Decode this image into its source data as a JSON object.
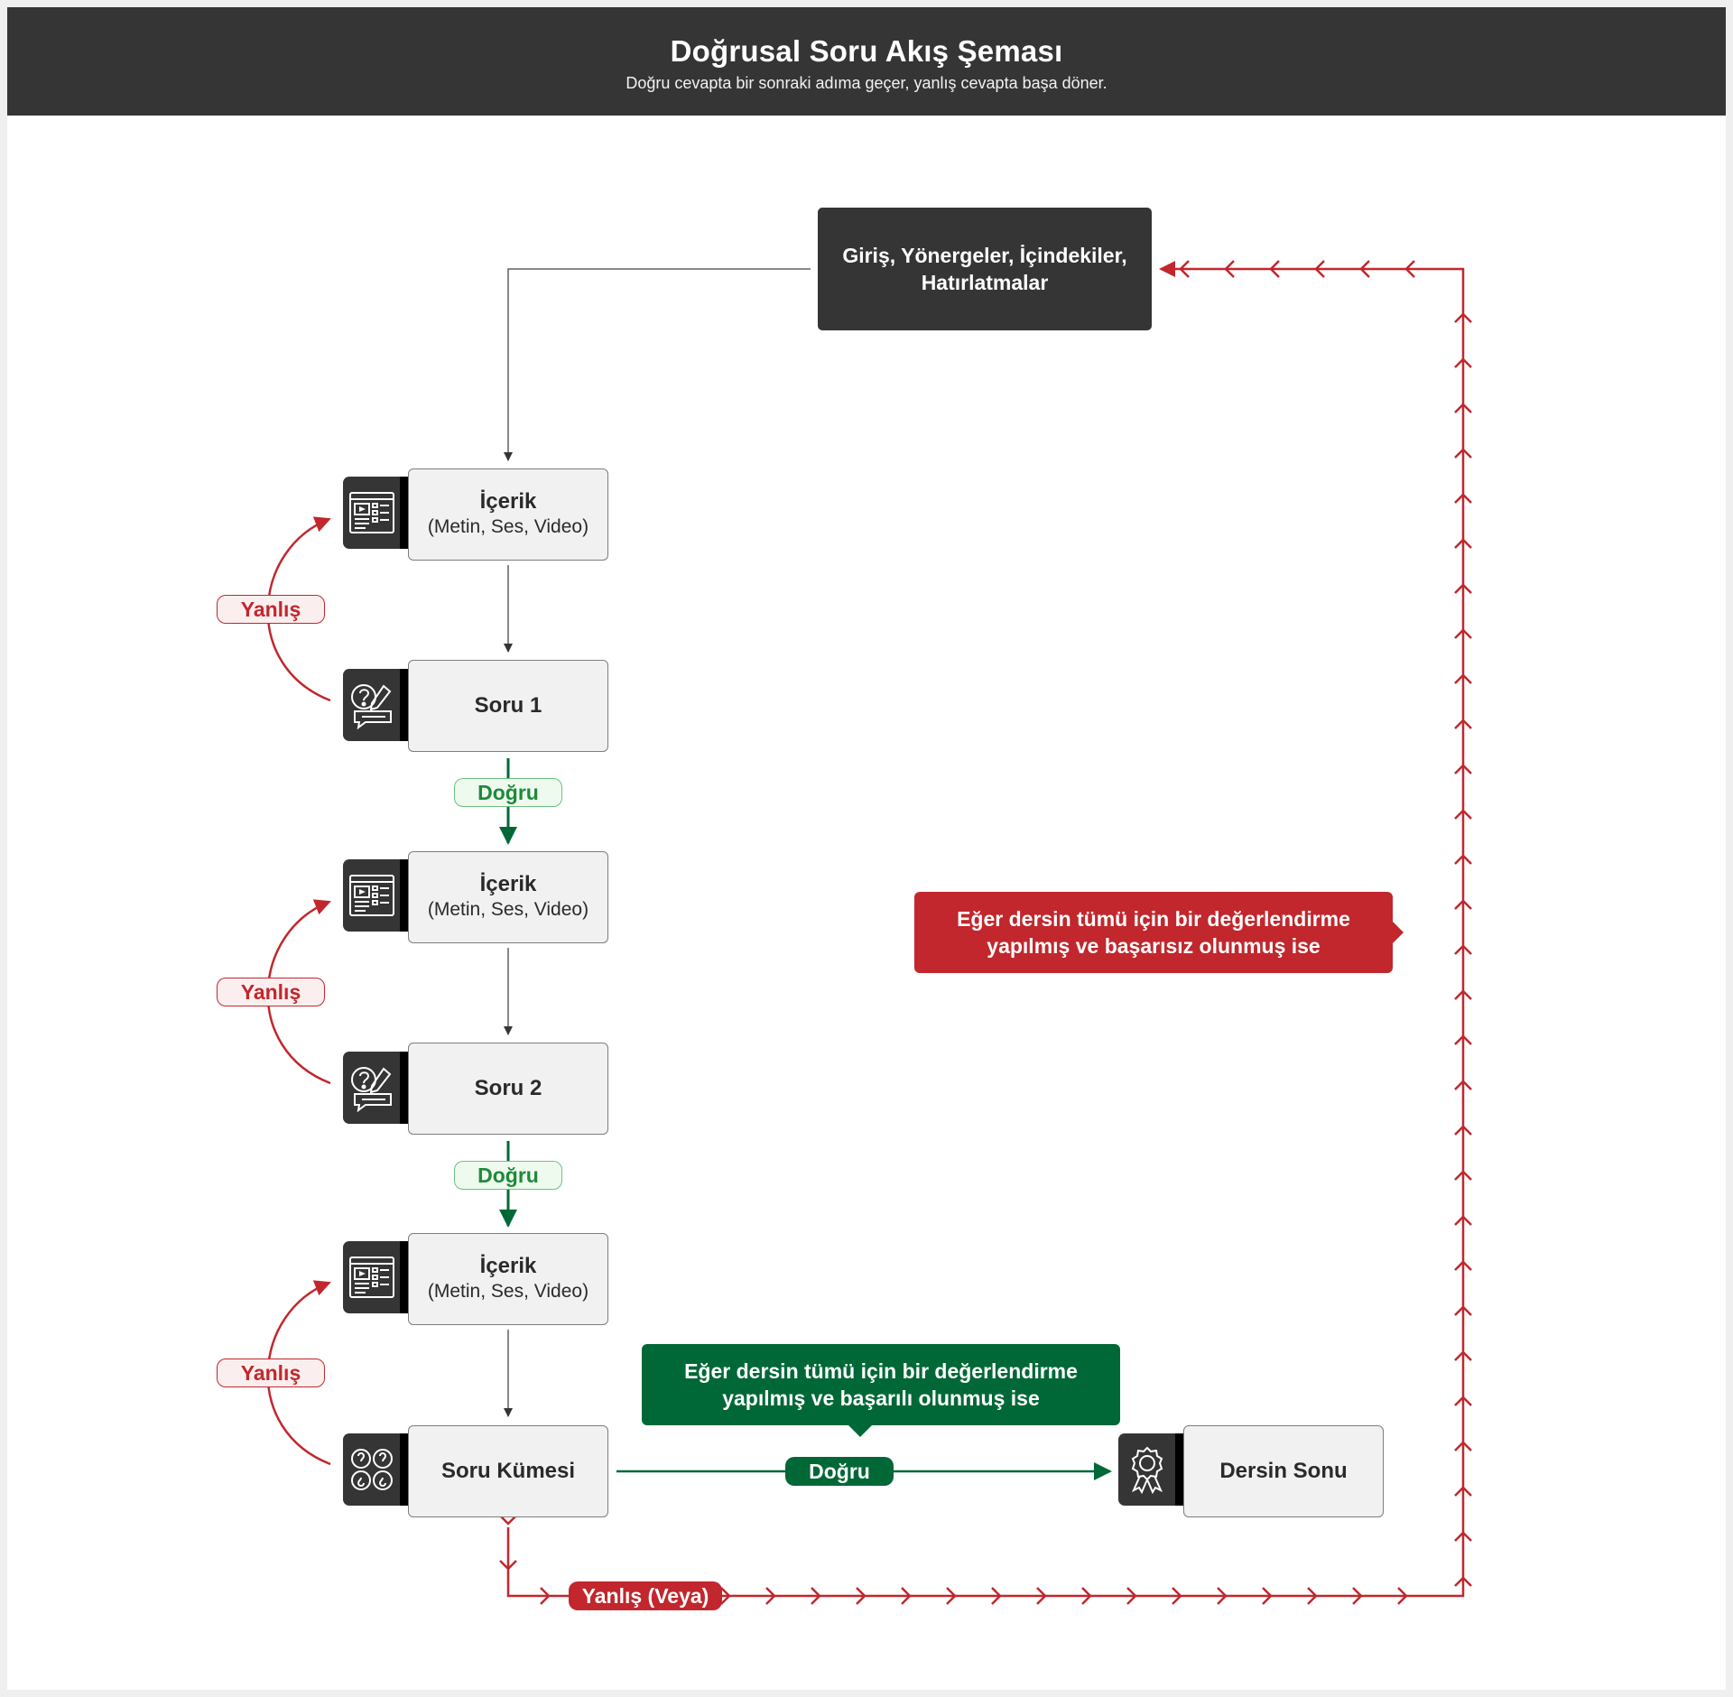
{
  "header": {
    "title": "Doğrusal Soru Akış Şeması",
    "subtitle": "Doğru cevapta bir sonraki adıma geçer, yanlış cevapta başa döner."
  },
  "start": {
    "label": "Giriş, Yönergeler, İçindekiler, Hatırlatmalar"
  },
  "nodes": {
    "content1": {
      "title": "İçerik",
      "subtitle": "(Metin, Ses, Video)",
      "icon": "media-content-icon"
    },
    "question1": {
      "title": "Soru 1",
      "icon": "question-edit-icon"
    },
    "content2": {
      "title": "İçerik",
      "subtitle": "(Metin, Ses, Video)",
      "icon": "media-content-icon"
    },
    "question2": {
      "title": "Soru 2",
      "icon": "question-edit-icon"
    },
    "content3": {
      "title": "İçerik",
      "subtitle": "(Metin, Ses, Video)",
      "icon": "media-content-icon"
    },
    "question_set": {
      "title": "Soru Kümesi",
      "icon": "question-set-icon"
    },
    "end": {
      "title": "Dersin Sonu",
      "icon": "award-icon"
    }
  },
  "labels": {
    "wrong": "Yanlış",
    "right": "Doğru",
    "wrong_or": "Yanlış (Veya)"
  },
  "callouts": {
    "fail": "Eğer dersin tümü için bir değerlendirme yapılmış ve başarısız olunmuş ise",
    "pass": "Eğer dersin tümü için bir değerlendirme yapılmış ve başarılı olunmuş ise"
  },
  "colors": {
    "dark": "#353535",
    "wrong_red": "#c1272d",
    "right_green": "#006837",
    "node_fill": "#f1f1f1"
  }
}
